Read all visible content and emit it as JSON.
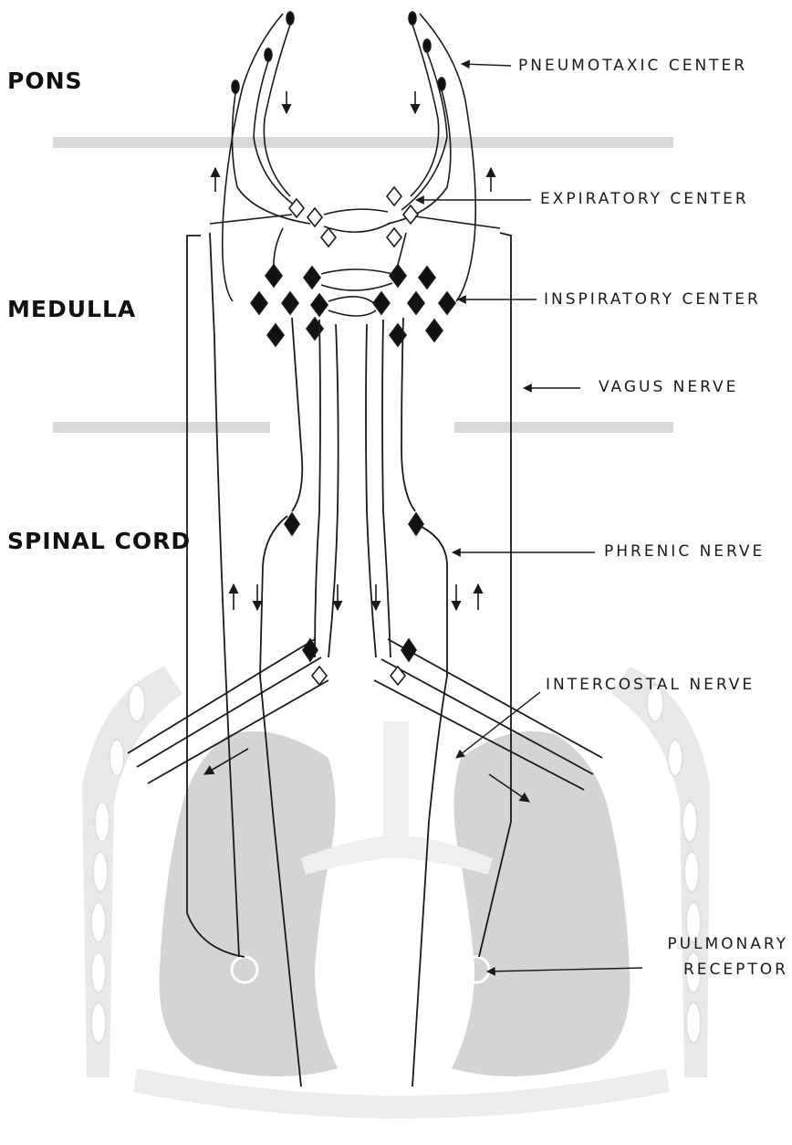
{
  "regions": {
    "pons": "PONS",
    "medulla": "MEDULLA",
    "spinal_cord": "SPINAL CORD"
  },
  "callouts": {
    "pneumotaxic_center": "PNEUMOTAXIC CENTER",
    "expiratory_center": "EXPIRATORY CENTER",
    "inspiratory_center": "INSPIRATORY CENTER",
    "vagus_nerve": "VAGUS NERVE",
    "phrenic_nerve": "PHRENIC NERVE",
    "intercostal_nerve": "INTERCOSTAL NERVE",
    "pulmonary_receptor_line1": "PULMONARY",
    "pulmonary_receptor_line2": "RECEPTOR"
  },
  "colors": {
    "line": "#1a1a1a",
    "lung": "#d4d4d4",
    "rib": "#e6e6e6",
    "divider": "#d9d9d9",
    "neuron": "#111111"
  }
}
